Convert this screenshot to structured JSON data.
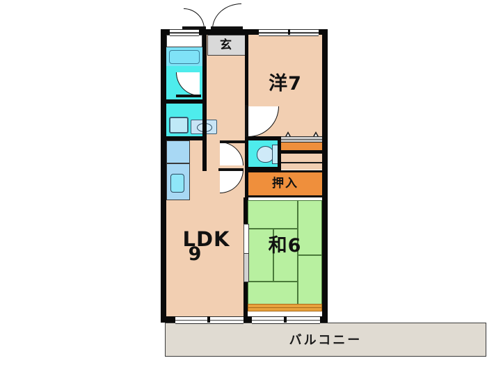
{
  "plan": {
    "type": "apartment-floor-plan",
    "rooms": [
      {
        "key": "entrance",
        "label": "玄",
        "note": "genkan entrance"
      },
      {
        "key": "western",
        "label": "洋7",
        "note": "western-style room 7 jo"
      },
      {
        "key": "ldk",
        "label": "LDK",
        "size": "9",
        "note": "living dining kitchen 9 jo"
      },
      {
        "key": "japanese",
        "label": "和6",
        "note": "japanese tatami room 6 jo"
      },
      {
        "key": "closet",
        "label": "押入",
        "note": "oshiire closet"
      },
      {
        "key": "balcony",
        "label": "バルコニー",
        "note": "balcony"
      }
    ],
    "labels": {
      "entrance": "玄",
      "western": "洋7",
      "ldk_main": "LDK",
      "ldk_size": "9",
      "japanese": "和6",
      "closet": "押入",
      "balcony": "バルコニー"
    },
    "fixtures": [
      {
        "name": "bathtub",
        "room": "bathroom"
      },
      {
        "name": "washing-machine",
        "room": "washroom"
      },
      {
        "name": "wash-basin",
        "room": "washroom"
      },
      {
        "name": "toilet",
        "room": "toilet"
      },
      {
        "name": "kitchen-sink",
        "room": "ldk"
      },
      {
        "name": "kitchen-counter",
        "room": "ldk"
      }
    ],
    "colors": {
      "wall": "#0a0a0a",
      "floor_peach": "#f2cfb2",
      "tatami_green": "#b8f0a0",
      "water_cyan": "#4eecec",
      "counter_blue": "#a8d8f4",
      "closet_orange": "#ef8f3c",
      "balcony_tan": "#e0dbd2",
      "entrance_gray": "#d9d9d9",
      "wood_trim": "#e8a13c"
    }
  }
}
